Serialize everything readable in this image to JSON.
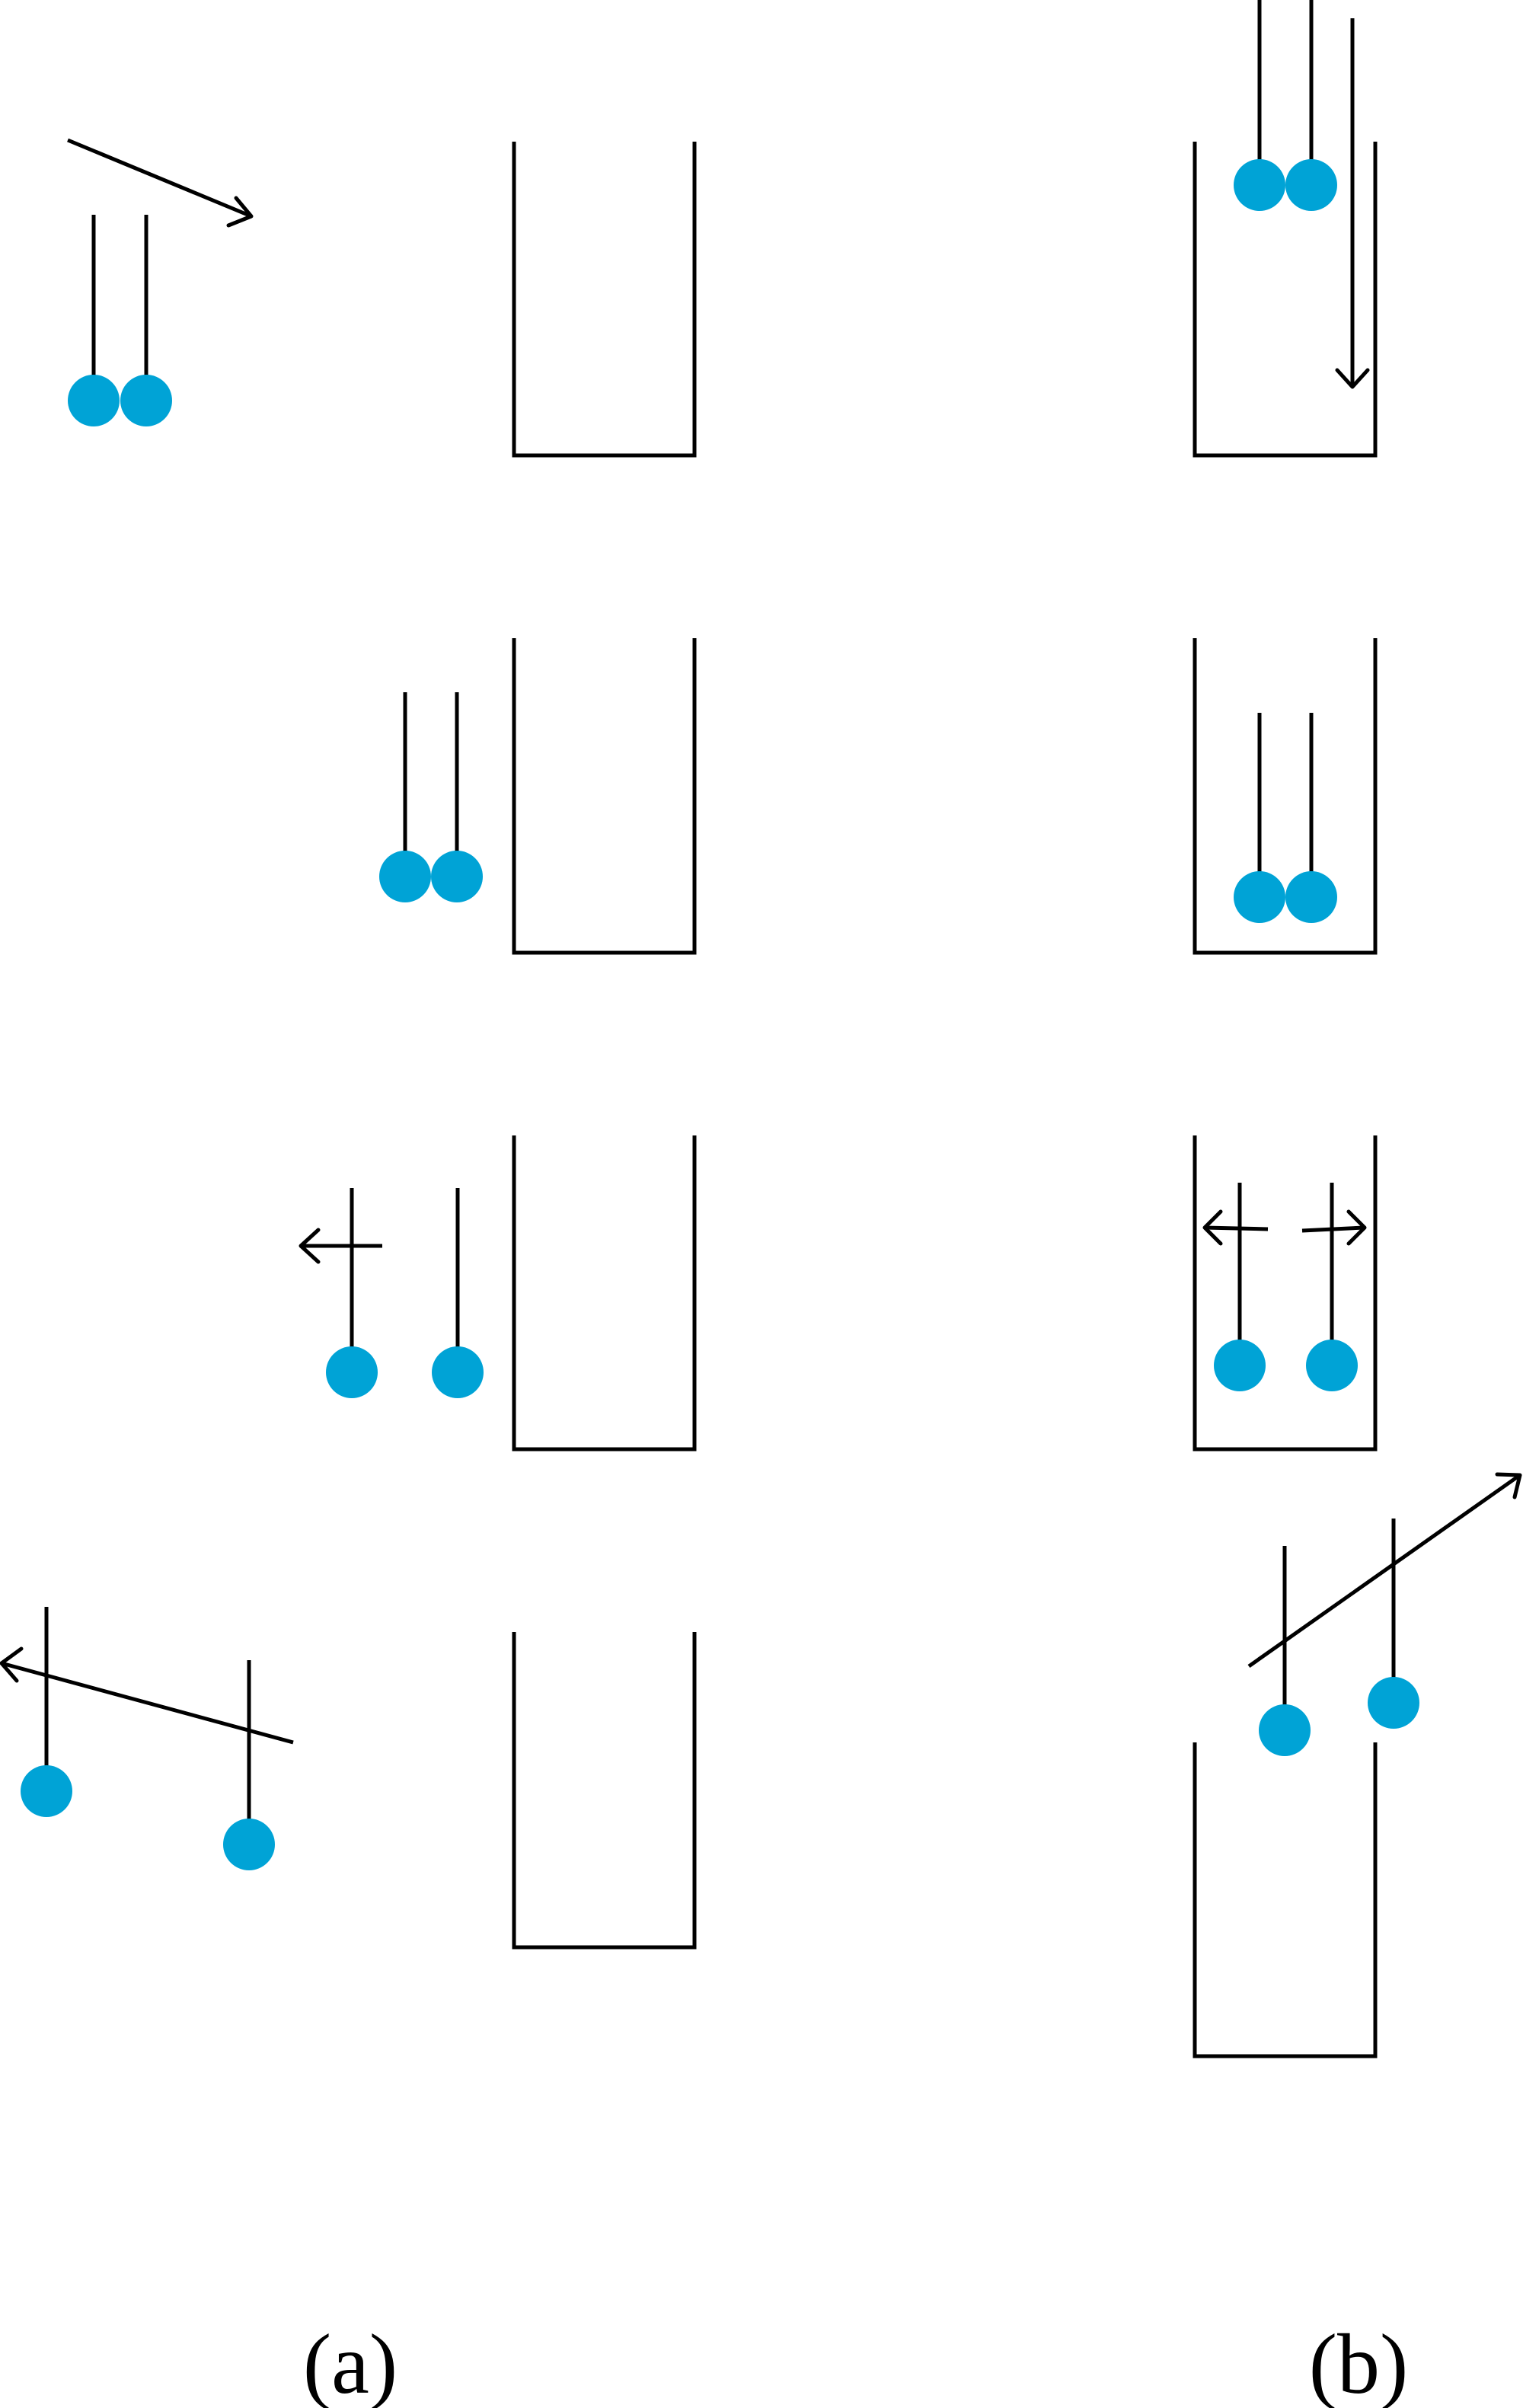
{
  "panels": [
    {
      "label": "(a)",
      "description_steps": 4
    },
    {
      "label": "(b)",
      "description_steps": 4
    }
  ],
  "colors": {
    "ball": "#00a3d6",
    "line": "#000000",
    "background": "#ffffff"
  }
}
